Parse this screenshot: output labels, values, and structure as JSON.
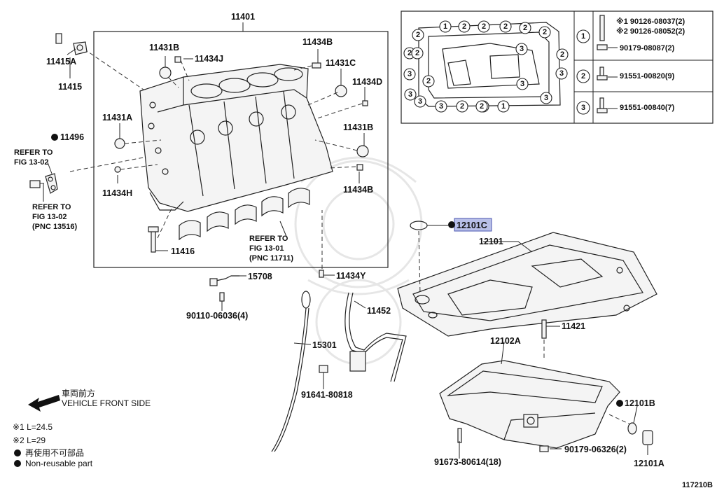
{
  "figure_number": "117210B",
  "part_labels": {
    "p11401": "11401",
    "p11415A": "11415A",
    "p11415": "11415",
    "p11431B_top": "11431B",
    "p11434J": "11434J",
    "p11434B_top": "11434B",
    "p11431C": "11431C",
    "p11434D": "11434D",
    "p11431A": "11431A",
    "p11431B_right": "11431B",
    "p11496": "11496",
    "p11434H": "11434H",
    "p11434B_right": "11434B",
    "p11416": "11416",
    "p11434Y": "11434Y",
    "p15708": "15708",
    "p90110": "90110-06036(4)",
    "p11452": "11452",
    "p15301": "15301",
    "p91641": "91641-80818",
    "p12101C": "12101C",
    "p12101": "12101",
    "p11421": "11421",
    "p12102A": "12102A",
    "p12101B": "12101B",
    "p12101A": "12101A",
    "p91673": "91673-80614(18)",
    "p90179b": "90179-06326(2)"
  },
  "references": {
    "ref1": [
      "REFER TO",
      "FIG 13-02"
    ],
    "ref2": [
      "REFER TO",
      "FIG 13-02",
      "(PNC 13516)"
    ],
    "ref3": [
      "REFER TO",
      "FIG 13-01",
      "(PNC 11711)"
    ]
  },
  "bolt_table": {
    "row1": {
      "index": "1",
      "lines": [
        "※1  90126-08037(2)",
        "※2  90126-08052(2)",
        "90179-08087(2)"
      ]
    },
    "row2": {
      "index": "2",
      "lines": [
        "91551-00820(9)"
      ]
    },
    "row3": {
      "index": "3",
      "lines": [
        "91551-00840(7)"
      ]
    }
  },
  "inset_bolt_positions": [
    "2",
    "1",
    "2",
    "2",
    "2",
    "2",
    "2",
    "2",
    "3",
    "2",
    "3",
    "3",
    "2",
    "3",
    "3",
    "3",
    "3",
    "3",
    "2",
    "2",
    "1",
    "2",
    "3"
  ],
  "legend": {
    "direction_jp": "車両前方",
    "direction_en": "VEHICLE FRONT SIDE",
    "note1": "※1 L=24.5",
    "note2": "※2 L=29",
    "nonreusable_jp": "再使用不可部品",
    "nonreusable_en": "Non-reusable part"
  }
}
